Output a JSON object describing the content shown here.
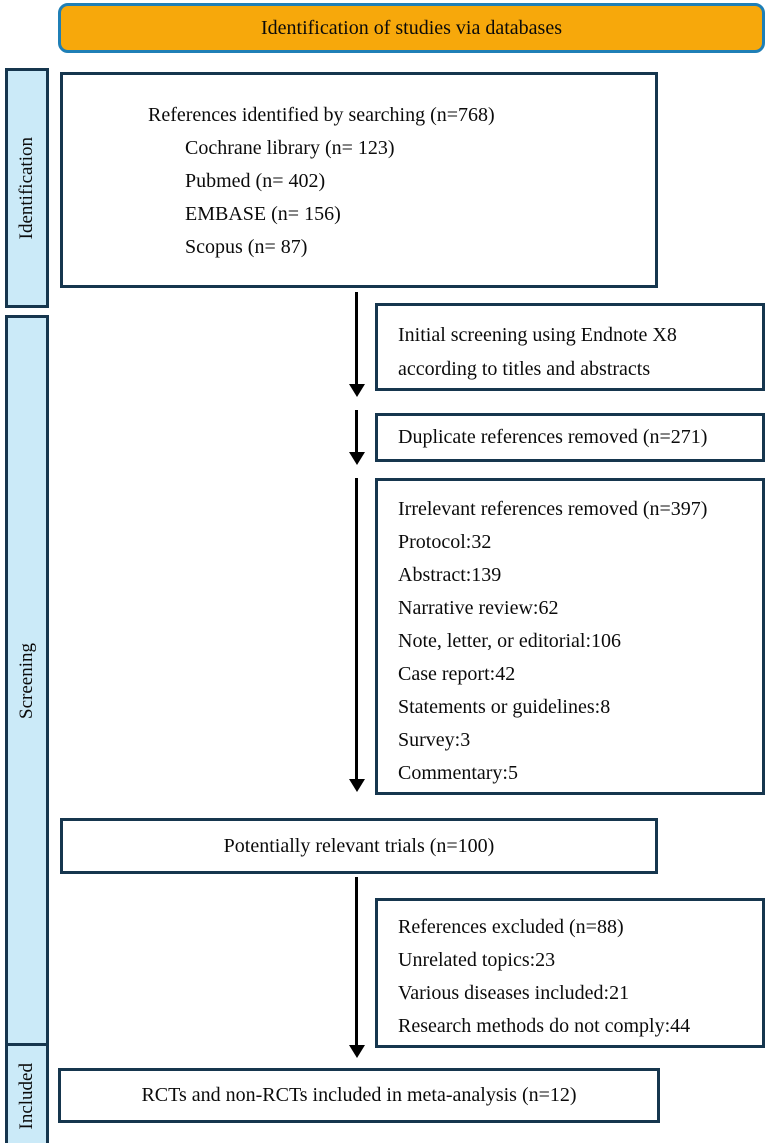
{
  "header": {
    "title": "Identification of studies via databases"
  },
  "stages": [
    {
      "label": "Identification"
    },
    {
      "label": "Screening"
    },
    {
      "label": "Included"
    }
  ],
  "boxes": {
    "identified": {
      "title": "References identified by searching (n=768)",
      "items": [
        "Cochrane library (n= 123)",
        "Pubmed (n= 402)",
        "EMBASE (n= 156)",
        "Scopus (n= 87)"
      ]
    },
    "initial_screening": {
      "line1": "Initial screening using Endnote X8",
      "line2": "according to titles and abstracts"
    },
    "duplicates": {
      "text": "Duplicate references removed (n=271)"
    },
    "irrelevant": {
      "title": "Irrelevant references removed (n=397)",
      "items": [
        "Protocol:32",
        "Abstract:139",
        "Narrative review:62",
        "Note, letter, or editorial:106",
        "Case report:42",
        "Statements or guidelines:8",
        "Survey:3",
        "Commentary:5"
      ]
    },
    "relevant": {
      "text": "Potentially relevant trials (n=100)"
    },
    "excluded": {
      "title": "References excluded (n=88)",
      "items": [
        "Unrelated topics:23",
        "Various diseases included:21",
        "Research methods do not comply:44"
      ]
    },
    "included": {
      "text": "RCTs and non-RCTs included in meta-analysis (n=12)"
    }
  },
  "colors": {
    "banner_fill": "#F7A80B",
    "banner_border": "#1F7FB6",
    "stage_fill": "#CBEAF8",
    "box_border": "#16364E",
    "arrow": "#000000"
  }
}
